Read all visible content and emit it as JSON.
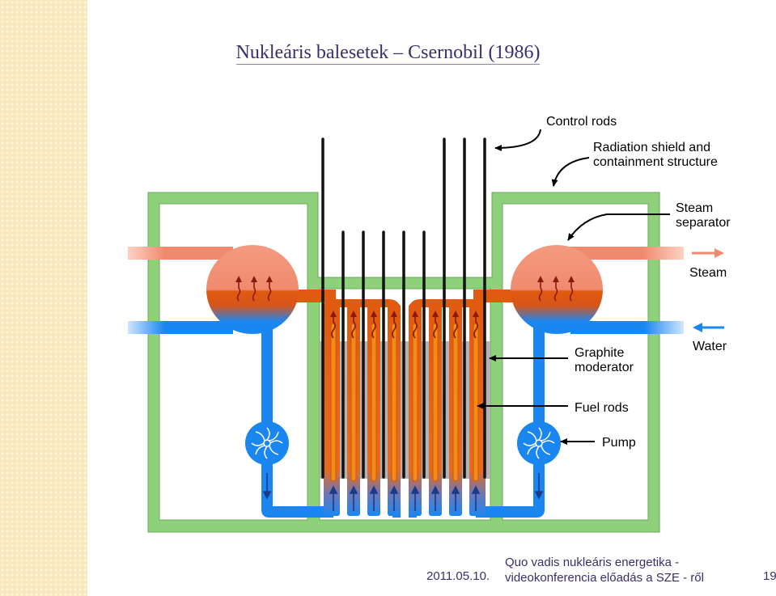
{
  "slide": {
    "title": "Nukleáris balesetek – Csernobil (1986)",
    "date": "2011.05.10.",
    "footer_line1": "Quo vadis nukleáris energetika -",
    "footer_line2": "videokonferencia előadás a SZE - ről",
    "page_number": "19"
  },
  "diagram": {
    "labels": {
      "control_rods": "Control rods",
      "radiation_shield_1": "Radiation shield and",
      "radiation_shield_2": "containment structure",
      "steam_separator_1": "Steam",
      "steam_separator_2": "separator",
      "steam": "Steam",
      "water": "Water",
      "graphite_1": "Graphite",
      "graphite_2": "moderator",
      "fuel_rods": "Fuel rods",
      "pump": "Pump"
    },
    "colors": {
      "containment": "#8fd17a",
      "steam": "#f08a6e",
      "hot_water": "#e05a10",
      "water": "#1a86f0",
      "fuel_rod": "#f07a10",
      "graphite": "#b4b4b4",
      "background_pattern": "#f7e9bd",
      "title_text": "#3a2e6b"
    }
  }
}
